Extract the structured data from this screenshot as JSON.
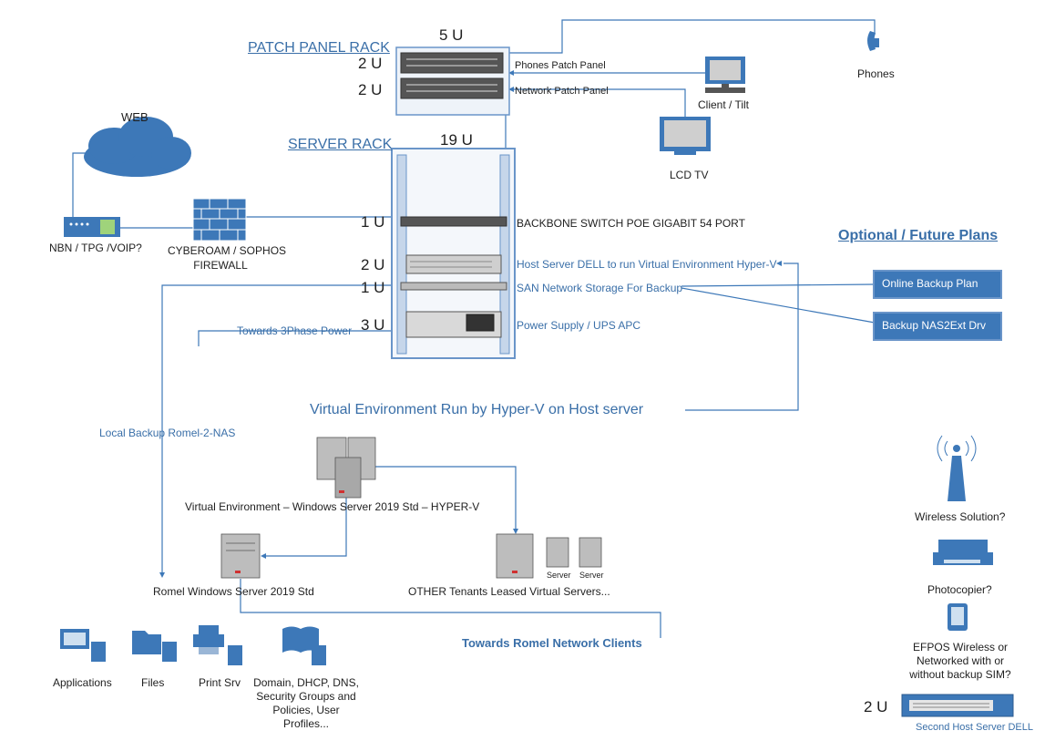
{
  "labels": {
    "patch_panel_rack": "PATCH PANEL RACK",
    "server_rack": "SERVER RACK",
    "patch_u": "5 U",
    "server_u": "19 U",
    "patch_slot_1_u": "2 U",
    "patch_slot_2_u": "2 U",
    "phones_patch_panel": "Phones Patch Panel",
    "network_patch_panel": "Network Patch Panel",
    "client_tilt": "Client / Tilt",
    "lcd_tv": "LCD TV",
    "phones": "Phones",
    "web": "WEB",
    "nbn": "NBN / TPG /VOIP?",
    "firewall_line1": "CYBEROAM / SOPHOS",
    "firewall_line2": "FIREWALL",
    "slot_switch_u": "1 U",
    "slot_host_u": "2 U",
    "slot_san_u": "1 U",
    "slot_ups_u": "3 U",
    "backbone_switch": "BACKBONE SWITCH POE GIGABIT 54 PORT",
    "host_server": "Host Server DELL to run Virtual Environment Hyper-V",
    "san_storage": "SAN Network Storage For Backup",
    "power_supply": "Power Supply / UPS APC",
    "towards_power": "Towards 3Phase Power",
    "optional_plans": "Optional / Future Plans",
    "online_backup": "Online Backup Plan",
    "backup_nas": "Backup NAS2Ext Drv",
    "virtual_env_run": "Virtual Environment Run by Hyper-V on Host server",
    "local_backup": "Local Backup Romel-2-NAS",
    "virtual_env_windows": "Virtual Environment – Windows Server 2019 Std – HYPER-V",
    "romel_server": "Romel Windows Server 2019 Std",
    "other_tenants": "OTHER Tenants Leased Virtual Servers...",
    "server_a": "Server",
    "server_b": "Server",
    "towards_clients": "Towards Romel Network Clients",
    "applications": "Applications",
    "files": "Files",
    "print_srv": "Print Srv",
    "domain_services": "Domain, DHCP, DNS, Security Groups and Policies, User Profiles...",
    "wireless": "Wireless Solution?",
    "photocopier": "Photocopier?",
    "efpos": "EFPOS Wireless or Networked with or without backup SIM?",
    "second_host_u": "2 U",
    "second_host": "Second Host Server DELL"
  },
  "colors": {
    "line": "#3d78b8",
    "rack_frame": "#6a95c9",
    "equipment": "#5a5a5a",
    "accent_red": "#d03030",
    "cloud": "#3d78b8"
  }
}
